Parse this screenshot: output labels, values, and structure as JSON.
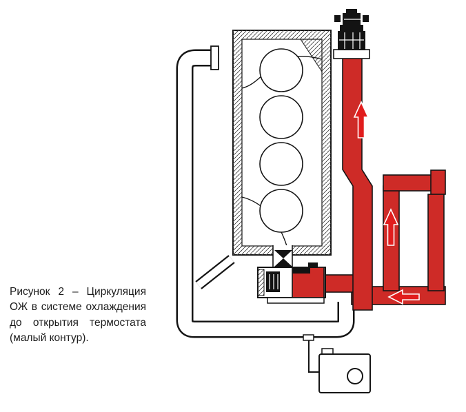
{
  "figure": {
    "caption": "Рисунок 2 – Циркуляция ОЖ в системе охлаждения до открытия термостата (малый контур).",
    "number": "2"
  },
  "diagram": {
    "type": "engine-cooling-schematic",
    "flow_color": "#ce2b27",
    "arrow_color": "#e11d1d",
    "outline_color": "#151515",
    "arrows": [
      {
        "direction": "up",
        "location": "engine-outlet-pipe"
      },
      {
        "direction": "up",
        "location": "heater-bypass-pipe"
      },
      {
        "direction": "left",
        "location": "return-pipe"
      }
    ],
    "parts": [
      "thermostat",
      "engine-block",
      "cylinders",
      "radiator-pipe",
      "water-pump",
      "bypass-valve",
      "expansion-tank",
      "heater-loop"
    ]
  }
}
